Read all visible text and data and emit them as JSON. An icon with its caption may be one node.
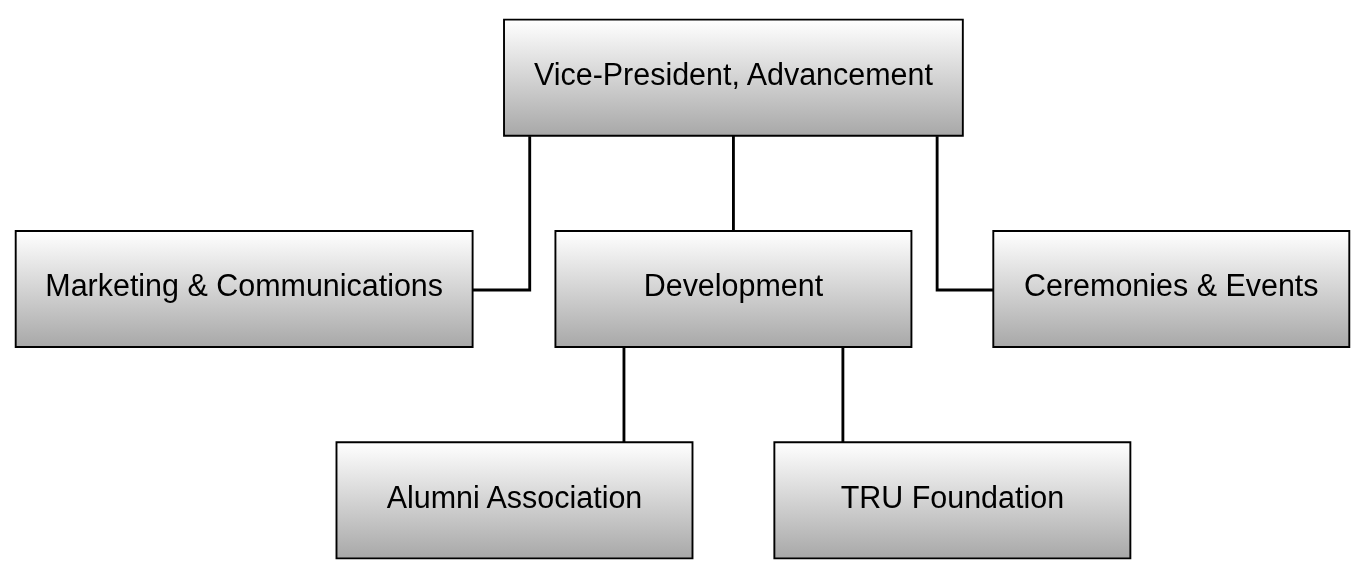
{
  "diagram": {
    "nodes": [
      {
        "text": [
          "Vice-President, Advancement"
        ]
      },
      {
        "text": [
          "Marketing & Communications"
        ]
      },
      {
        "text": [
          "Development"
        ]
      },
      {
        "text": [
          "Ceremonies & Events"
        ]
      },
      {
        "text": [
          "Alumni Association"
        ]
      },
      {
        "text": [
          "TRU Foundation"
        ]
      }
    ],
    "edges": [
      {
        "from": 0,
        "to": 1,
        "arrow": "none"
      },
      {
        "from": 0,
        "to": 2,
        "arrow": "none"
      },
      {
        "from": 0,
        "to": 3,
        "arrow": "none"
      },
      {
        "from": 2,
        "to": 4,
        "arrow": "none"
      },
      {
        "from": 2,
        "to": 5,
        "arrow": "none"
      }
    ]
  }
}
